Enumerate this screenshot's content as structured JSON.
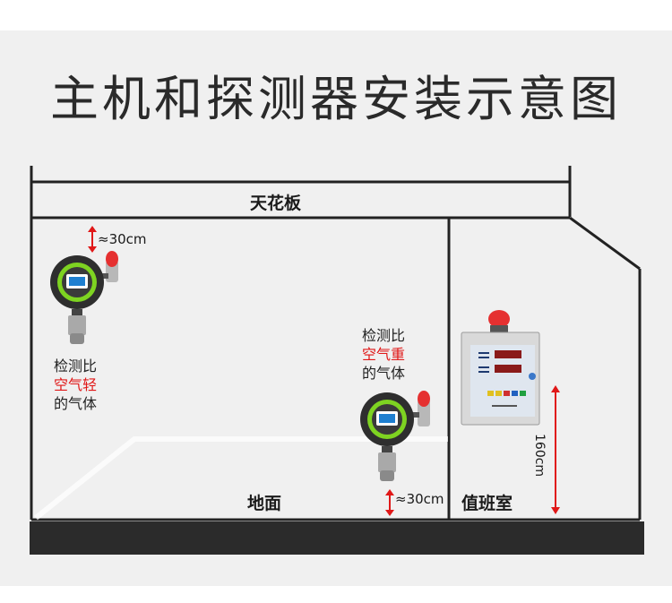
{
  "title": "主机和探测器安装示意图",
  "labels": {
    "ceiling": "天花板",
    "floor": "地面",
    "duty_room": "值班室",
    "dist_top": "≈30cm",
    "dist_bottom": "≈30cm",
    "height_controller": "160cm"
  },
  "notes": {
    "light_gas": [
      "检测比",
      "空气轻",
      "的气体"
    ],
    "heavy_gas": [
      "检测比",
      "空气重",
      "的气体"
    ]
  },
  "colors": {
    "wall": "#222222",
    "floor_band": "#2b2b2b",
    "highlight": "#e01818",
    "detector_ring": "#7ed321",
    "controller_panel": "#dfe6ef",
    "alarm_red": "#e53030"
  }
}
